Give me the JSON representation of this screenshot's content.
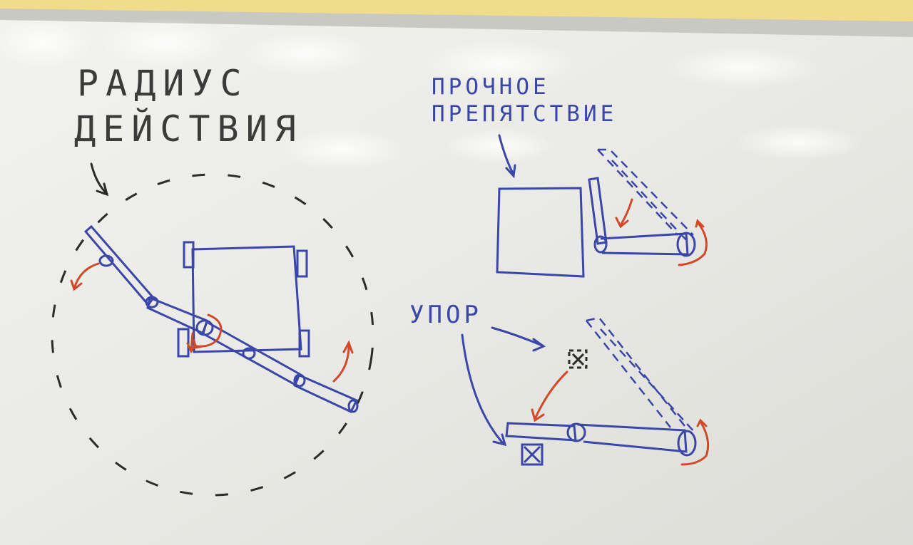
{
  "labels": {
    "radius_line1": "РАДИУС",
    "radius_line2": "ДЕЙСТВИЯ",
    "solid_obstacle_line1": "ПРОЧНОЕ",
    "solid_obstacle_line2": "ПРЕПЯТСТВИЕ",
    "stop": "УПОР"
  },
  "colors": {
    "board": "#ededea",
    "frame": "#f0dc8a",
    "blue_marker": "#3a47a8",
    "red_marker": "#d04a2a",
    "black_marker": "#2b2b2b"
  }
}
